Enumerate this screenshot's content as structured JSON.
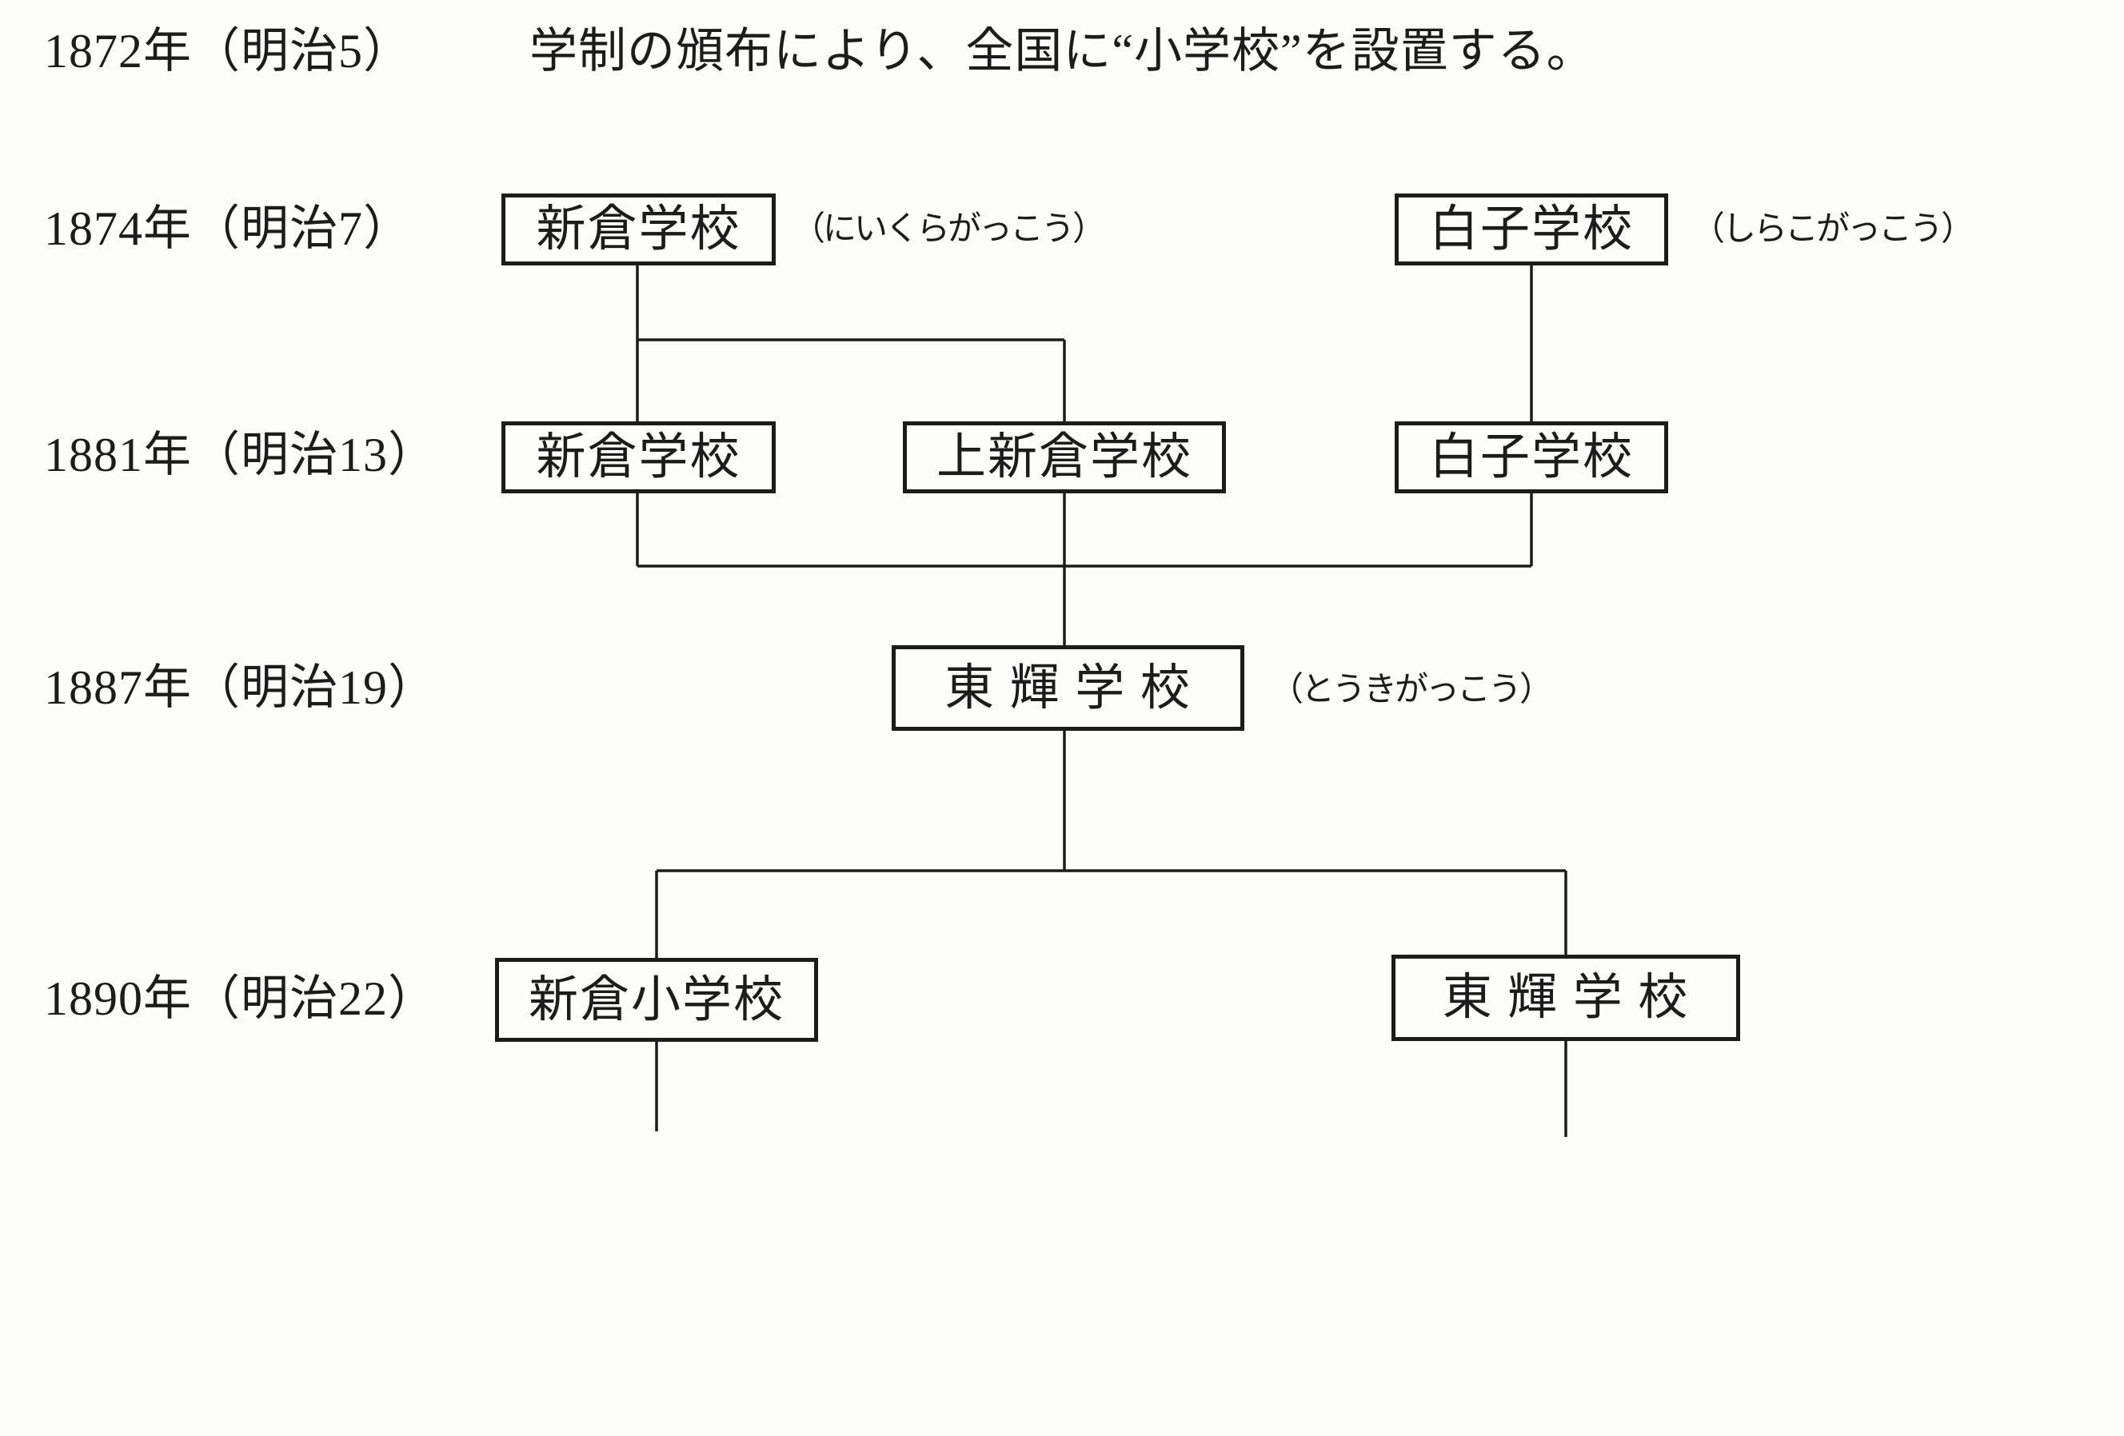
{
  "colors": {
    "paper": "#fdfdfb",
    "ink": "#1c1c1c"
  },
  "era_labels": {
    "y1872": "1872年（明治5）",
    "y1874": "1874年（明治7）",
    "y1881": "1881年（明治13）",
    "y1887": "1887年（明治19）",
    "y1890": "1890年（明治22）"
  },
  "intro": {
    "note": "学制の頒布により、全国に“小学校”を設置する。"
  },
  "schools": {
    "niikura_1874": {
      "name": "新倉学校",
      "reading": "（にいくらがっこう）"
    },
    "shirako_1874": {
      "name": "白子学校",
      "reading": "（しらこがっこう）"
    },
    "niikura_1881": {
      "name": "新倉学校"
    },
    "kami_niikura_1881": {
      "name": "上新倉学校"
    },
    "shirako_1881": {
      "name": "白子学校"
    },
    "toki_1887": {
      "name": "東 輝 学 校",
      "reading": "（とうきがっこう）"
    },
    "niikura_elementary_1890": {
      "name": "新倉小学校"
    },
    "toki_1890": {
      "name": "東 輝 学 校"
    }
  }
}
